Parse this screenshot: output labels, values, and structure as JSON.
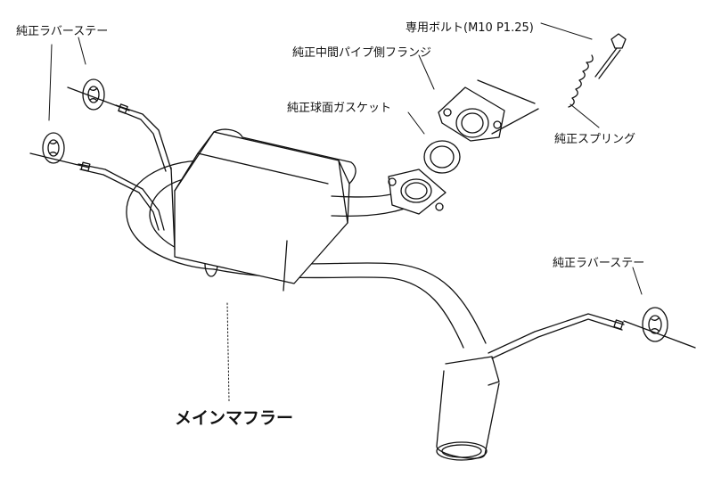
{
  "labels": {
    "rubber_stay_left": "純正ラバーステー",
    "bolt": "専用ボルト(M10 P1.25)",
    "mid_pipe_flange": "純正中間パイプ側フランジ",
    "gasket": "純正球面ガスケット",
    "spring": "純正スプリング",
    "rubber_stay_right": "純正ラバーステー",
    "main_muffler": "メインマフラー"
  },
  "colors": {
    "line": "#111111",
    "background": "#ffffff"
  }
}
